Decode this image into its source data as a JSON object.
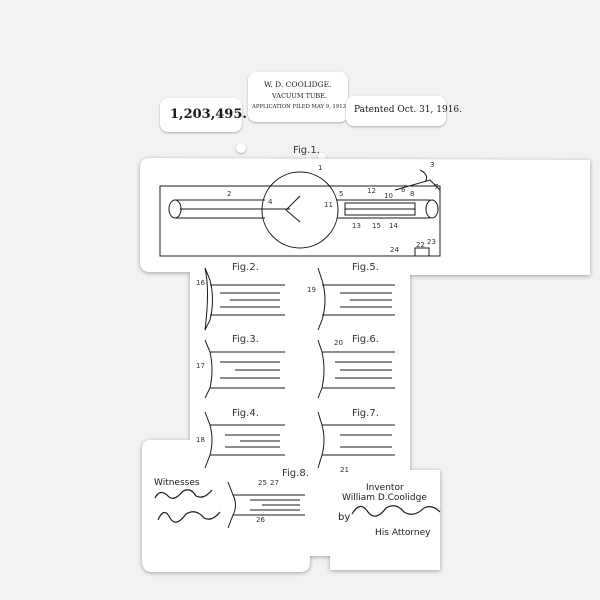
{
  "header": {
    "inventor_name": "W. D. COOLIDGE.",
    "title": "VACUUM TUBE.",
    "application": "APPLICATION FILED MAY 9, 1913.",
    "patent_number": "1,203,495.",
    "patented": "Patented Oct. 31, 1916."
  },
  "figures": {
    "fig1": "Fig.1.",
    "fig2": "Fig.2.",
    "fig3": "Fig.3.",
    "fig4": "Fig.4.",
    "fig5": "Fig.5.",
    "fig6": "Fig.6.",
    "fig7": "Fig.7.",
    "fig8": "Fig.8."
  },
  "footer": {
    "witnesses": "Witnesses",
    "inventor_label": "Inventor",
    "inventor_full": "William D.Coolidge",
    "by": "by",
    "attorney": "His Attorney"
  },
  "colors": {
    "background": "#f2f2f2",
    "sticker": "#ffffff",
    "ink": "#1a1a1a"
  }
}
